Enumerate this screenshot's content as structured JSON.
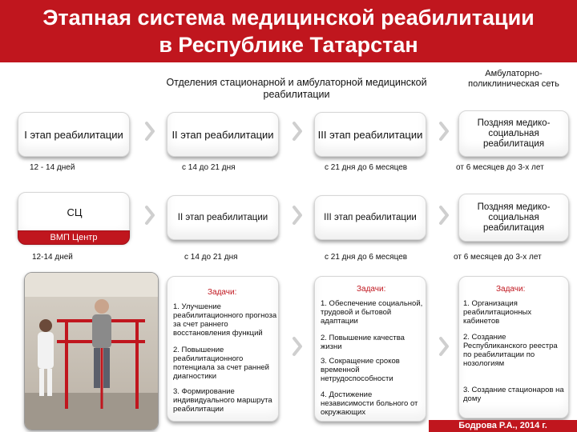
{
  "title": {
    "line1": "Этапная  система  медицинской реабилитации",
    "line2": "в Республике Татарстан"
  },
  "headers": {
    "departments": "Отделения стационарной и амбулаторной медицинской  реабилитации",
    "outpatient": "Амбулаторно-поликлиническая сеть"
  },
  "row1": {
    "stages": [
      "I этап реабилитации",
      "II этап реабилитации",
      "III этап реабилитации",
      "Поздняя медико-социальная реабилитация"
    ],
    "durations": [
      "12 - 14 дней",
      "с 14 до 21 дня",
      "с 21 дня до 6 месяцев",
      "от 6 месяцев  до 3-х  лет"
    ]
  },
  "row2": {
    "sc_label": "СЦ",
    "vmp_label": "ВМП Центр",
    "stages": [
      "II этап реабилитации",
      "III этап реабилитации",
      "Поздняя медико-социальная реабилитация"
    ],
    "durations": [
      "12-14 дней",
      "с 14 до 21 дня",
      "с 21 дня до 6 месяцев",
      "от 6 месяцев  до 3-х  лет"
    ]
  },
  "tasks": [
    {
      "title": "Задачи:",
      "items": [
        "1. Улучшение реабилитационного прогноза за счет раннего восстановления функций",
        "2. Повышение реабилитационного потенциала за счет ранней диагностики",
        "3. Формирование индивидуального маршрута реабилитации"
      ]
    },
    {
      "title": "Задачи:",
      "items": [
        "1. Обеспечение социальной, трудовой и бытовой адаптации",
        "2. Повышение качества жизни",
        "3. Сокращение сроков временной нетрудоспособности",
        "4. Достижение независимости больного от окружающих"
      ]
    },
    {
      "title": "Задачи:",
      "items": [
        "1. Организация реабилитационных кабинетов",
        "2. Создание Республиканского реестра  по реабилитации по нозологиям",
        "3. Создание стационаров на дому"
      ]
    }
  ],
  "author": "Бодрова Р.А.,  2014 г.",
  "colors": {
    "accent": "#c0161e",
    "arrow": "#cfcfcf"
  },
  "icons": {
    "arrow": "chevron-right-icon",
    "photo": "rehabilitation-photo"
  }
}
